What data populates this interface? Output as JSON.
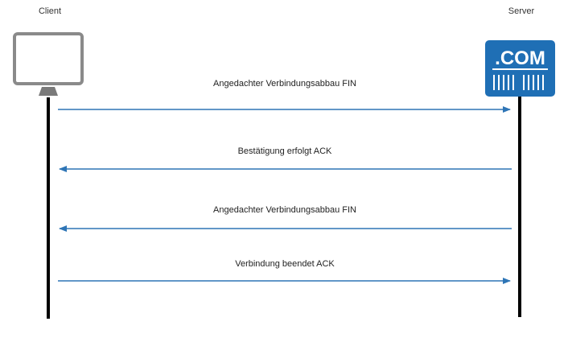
{
  "participants": {
    "client": {
      "label": "Client",
      "icon": "monitor-icon"
    },
    "server": {
      "label": "Server",
      "icon": "server-com-icon",
      "icon_text": ".COM"
    }
  },
  "messages": [
    {
      "label": "Angedachter Verbindungsabbau FIN",
      "direction": "client-to-server"
    },
    {
      "label": "Bestätigung erfolgt ACK",
      "direction": "server-to-client"
    },
    {
      "label": "Angedachter Verbindungsabbau FIN",
      "direction": "server-to-client"
    },
    {
      "label": "Verbindung beendet ACK",
      "direction": "client-to-server"
    }
  ],
  "colors": {
    "arrow": "#2e75b6",
    "lifeline": "#000000",
    "monitor": "#8a8a8a",
    "server_bg": "#1f6fb5"
  }
}
